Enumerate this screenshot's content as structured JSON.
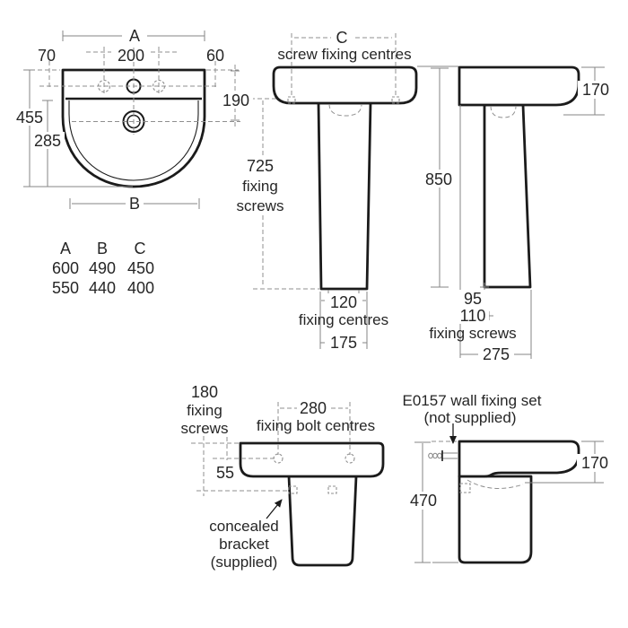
{
  "views": {
    "front": {
      "dim_a": "A",
      "dim_70": "70",
      "dim_200": "200",
      "dim_60": "60",
      "dim_190": "190",
      "dim_455": "455",
      "dim_285": "285",
      "dim_b": "B"
    },
    "side_pedestal": {
      "dim_c": "C",
      "screw_fixing_centres": "screw fixing centres",
      "dim_725": "725",
      "fixing_word": "fixing",
      "screws_word": "screws",
      "dim_120": "120",
      "fixing_centres": "fixing centres",
      "dim_175": "175"
    },
    "side_pedestal_right": {
      "dim_850": "850",
      "dim_170": "170",
      "dim_95": "95",
      "dim_110": "110",
      "fixing_screws": "fixing screws",
      "dim_275": "275"
    },
    "size_table": {
      "headers": [
        "A",
        "B",
        "C"
      ],
      "rows": [
        [
          "600",
          "490",
          "450"
        ],
        [
          "550",
          "440",
          "400"
        ]
      ]
    },
    "front_semi": {
      "dim_180": "180",
      "fixing_word": "fixing",
      "screws_word": "screws",
      "dim_280": "280",
      "fixing_bolt_centres": "fixing bolt centres",
      "dim_55": "55",
      "bracket_line1": "concealed",
      "bracket_line2": "bracket",
      "bracket_line3": "(supplied)"
    },
    "side_semi": {
      "note_line1": "E0157 wall fixing set",
      "note_line2": "(not supplied)",
      "dim_470": "470",
      "dim_170": "170"
    }
  },
  "colors": {
    "line": "#1b1b1b",
    "dim_line": "#8a8a8a",
    "text": "#262626",
    "background": "#ffffff"
  }
}
